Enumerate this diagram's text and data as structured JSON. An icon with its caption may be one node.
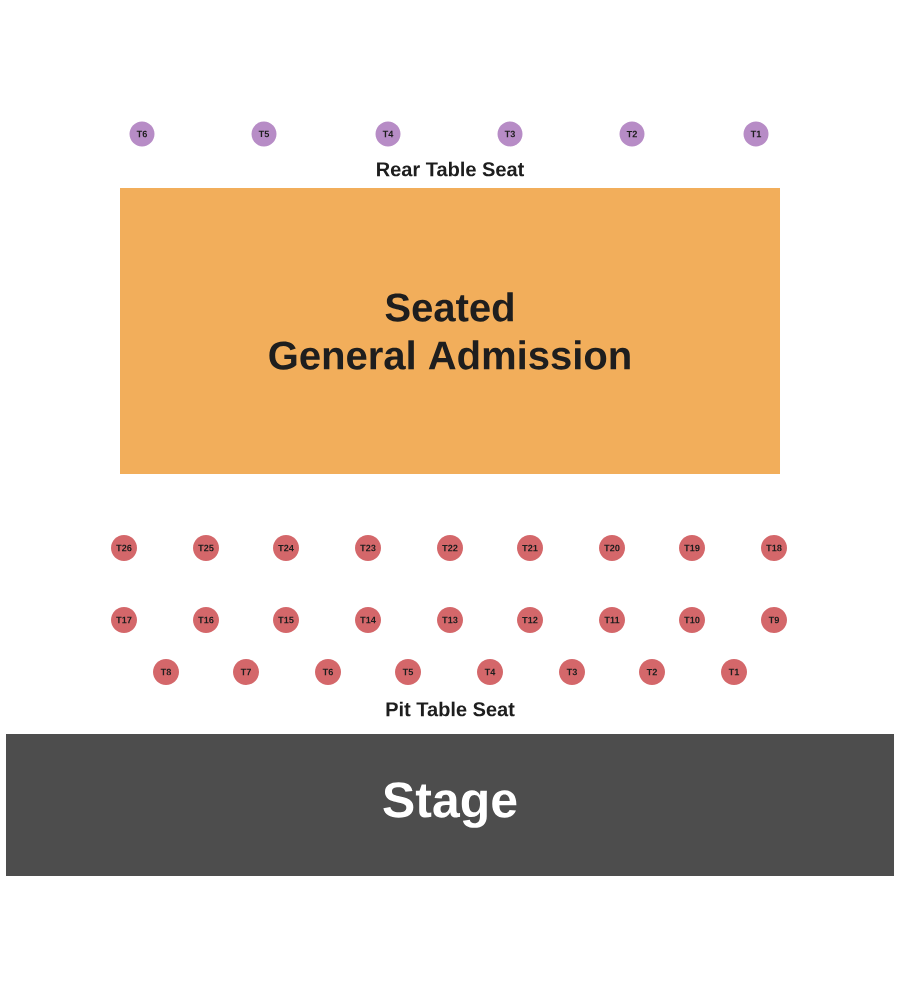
{
  "diagram": {
    "nodes": [
      {
        "text": [
          "T6"
        ]
      },
      {
        "text": [
          "T5"
        ]
      },
      {
        "text": [
          "T4"
        ]
      },
      {
        "text": [
          "T3"
        ]
      },
      {
        "text": [
          "T2"
        ]
      },
      {
        "text": [
          "T1"
        ]
      },
      {
        "text": [
          "Seated General Admission"
        ]
      },
      {
        "text": [
          "T26"
        ]
      },
      {
        "text": [
          "T25"
        ]
      },
      {
        "text": [
          "T24"
        ]
      },
      {
        "text": [
          "T23"
        ]
      },
      {
        "text": [
          "T22"
        ]
      },
      {
        "text": [
          "T21"
        ]
      },
      {
        "text": [
          "T20"
        ]
      },
      {
        "text": [
          "T19"
        ]
      },
      {
        "text": [
          "T18"
        ]
      },
      {
        "text": [
          "T17"
        ]
      },
      {
        "text": [
          "T16"
        ]
      },
      {
        "text": [
          "T15"
        ]
      },
      {
        "text": [
          "T14"
        ]
      },
      {
        "text": [
          "T13"
        ]
      },
      {
        "text": [
          "T12"
        ]
      },
      {
        "text": [
          "T11"
        ]
      },
      {
        "text": [
          "T10"
        ]
      },
      {
        "text": [
          "T9"
        ]
      },
      {
        "text": [
          "T8"
        ]
      },
      {
        "text": [
          "T7"
        ]
      },
      {
        "text": [
          "T6"
        ]
      },
      {
        "text": [
          "T5"
        ]
      },
      {
        "text": [
          "T4"
        ]
      },
      {
        "text": [
          "T3"
        ]
      },
      {
        "text": [
          "T2"
        ]
      },
      {
        "text": [
          "T1"
        ]
      },
      {
        "text": [
          "Stage"
        ]
      }
    ],
    "labels": [
      "Rear Table Seat",
      "Pit Table Seat"
    ]
  }
}
